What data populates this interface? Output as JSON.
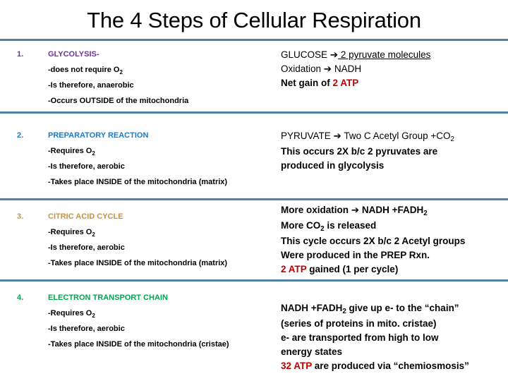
{
  "slide": {
    "title": "The 4 Steps of Cellular Respiration",
    "rule_color": "#4F81A4",
    "accent_red": "#C00000"
  },
  "steps": [
    {
      "number": "1.",
      "number_color": "#7030A0",
      "header": "GLYCOLYSIS-",
      "header_color": "#7030A0",
      "bullets": [
        "-does not require O",
        "-Is therefore, anaerobic",
        "-Occurs OUTSIDE of the mitochondria"
      ],
      "bullet_sub": "2",
      "right": {
        "line1_pre": "GLUCOSE ",
        "line1_arrow": "➔",
        "line1_underlined": " 2 pyruvate molecules",
        "line2_pre": "Oxidation ",
        "line2_arrow": "➔",
        "line2_post": " NADH",
        "line3_pre": "Net gain of ",
        "line3_atp": "2 ATP",
        "line3_post": ""
      }
    },
    {
      "number": "2.",
      "number_color": "#1F7AC0",
      "header": "PREPARATORY REACTION",
      "header_color": "#1F7AC0",
      "bullets": [
        "-Requires O",
        "-Is therefore, aerobic",
        "-Takes place INSIDE of the mitochondria (matrix)"
      ],
      "bullet_sub": "2",
      "right": {
        "line1_pre": "PYRUVATE ",
        "line1_arrow": "➔",
        "line1_post": " Two C Acetyl Group +CO",
        "line1_sub": "2",
        "line2": "This occurs 2X b/c 2 pyruvates are",
        "line3": "produced in glycolysis"
      }
    },
    {
      "number": "3.",
      "number_color": "#C8923C",
      "header": "CITRIC ACID CYCLE",
      "header_color": "#C8923C",
      "bullets": [
        "-Requires O",
        "-Is therefore, aerobic",
        "-Takes place INSIDE of the mitochondria (matrix)"
      ],
      "bullet_sub": "2",
      "right": {
        "line1_pre": "More oxidation ",
        "line1_arrow": "➔",
        "line1_post": " NADH +FADH",
        "line1_sub": "2",
        "line2_pre": "More CO",
        "line2_sub": "2",
        "line2_post": " is released",
        "line3": "This cycle occurs 2X b/c 2 Acetyl groups",
        "line4": "Were produced in the PREP Rxn.",
        "line5_atp": "2 ATP",
        "line5_post": " gained (1 per cycle)"
      }
    },
    {
      "number": "4.",
      "number_color": "#00A550",
      "header": "ELECTRON TRANSPORT CHAIN",
      "header_color": "#00A550",
      "bullets": [
        "-Requires O",
        "-Is therefore, aerobic",
        "-Takes place INSIDE of the mitochondria (cristae)"
      ],
      "bullet_sub": "2",
      "right": {
        "line1_pre": "NADH +FADH",
        "line1_sub": "2",
        "line1_post": " give up e- to the “chain”",
        "line2": "(series of proteins in mito. cristae)",
        "line3": "e- are transported from high to low",
        "line4": "energy states",
        "line5_atp": "32 ATP",
        "line5_post": " are produced via “chemiosmosis”"
      }
    }
  ]
}
